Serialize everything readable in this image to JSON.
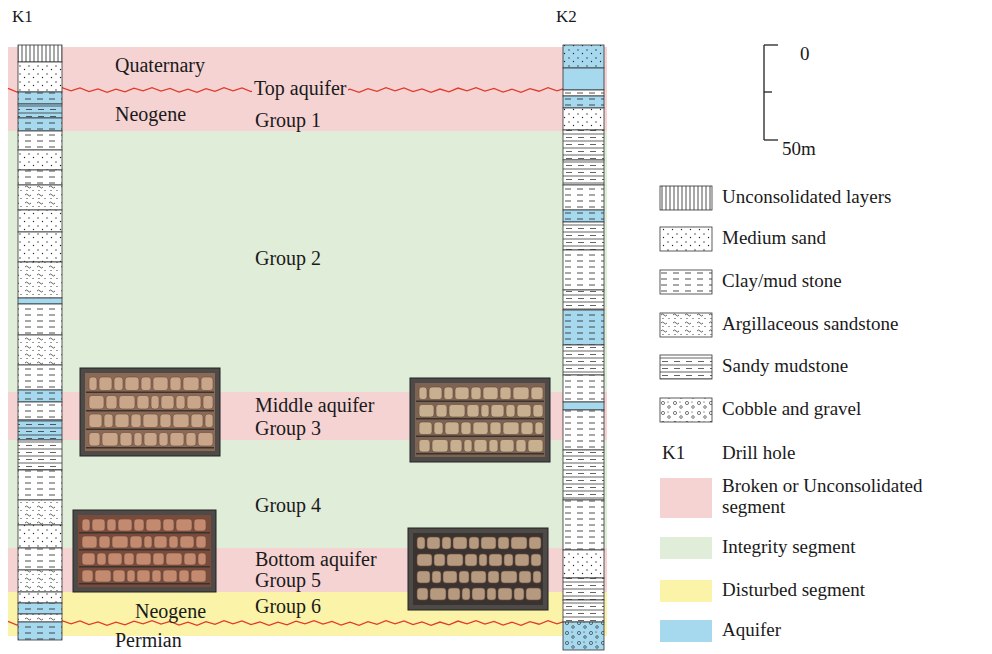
{
  "diagram": {
    "nodes": [
      {
        "text": [
          "Quaternary",
          "Top aquifer",
          "Neogene",
          "Group 1"
        ]
      },
      {
        "text": [
          "Group 2"
        ]
      },
      {
        "text": [
          "Middle aquifer",
          "Group 3"
        ]
      },
      {
        "text": [
          "Group 4"
        ]
      },
      {
        "text": [
          "Bottom aquifer",
          "Group 5"
        ]
      },
      {
        "text": [
          "Neogene",
          "Group 6"
        ]
      }
    ],
    "edges": [],
    "labels": [
      "K1",
      "K2",
      "Permian",
      "0",
      "50m",
      "K1"
    ],
    "legend": [
      {
        "text": "Unconsolidated layers"
      },
      {
        "text": "Medium sand"
      },
      {
        "text": "Clay/mud stone"
      },
      {
        "text": "Argillaceous sandstone"
      },
      {
        "text": "Sandy mudstone"
      },
      {
        "text": "Cobble and gravel"
      },
      {
        "text": "Drill hole"
      },
      {
        "text": "Broken or Unconsolidated segment",
        "color": "#f5d3d3"
      },
      {
        "text": "Integrity segment",
        "color": "#e0edd9"
      },
      {
        "text": "Disturbed segment",
        "color": "#fbf3a8"
      },
      {
        "text": "Aquifer",
        "color": "#a6d8ee"
      }
    ]
  }
}
